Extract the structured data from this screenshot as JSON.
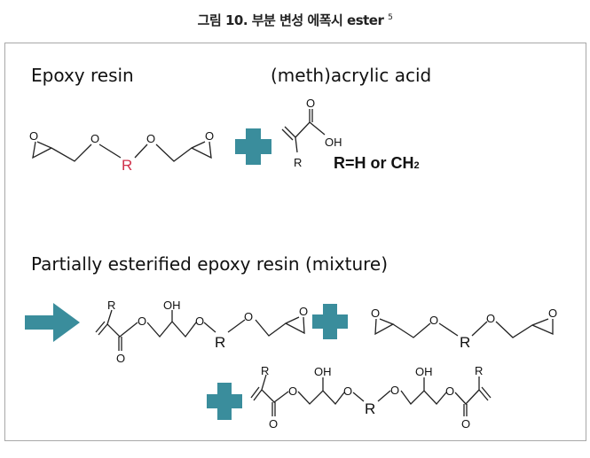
{
  "figure": {
    "title": "그림 10. 부분 변성 에폭시 ester",
    "title_superscript": "5"
  },
  "labels": {
    "epoxy_resin": "Epoxy resin",
    "acrylic_acid": "(meth)acrylic acid",
    "r_definition": "R=H or CH",
    "r_definition_subscript": "2",
    "product": "Partially esterified epoxy resin (mixture)"
  },
  "atoms": {
    "O": "O",
    "OH": "OH",
    "R": "R"
  },
  "colors": {
    "accent": "#3a8d9c",
    "r_highlight": "#d0304a"
  }
}
